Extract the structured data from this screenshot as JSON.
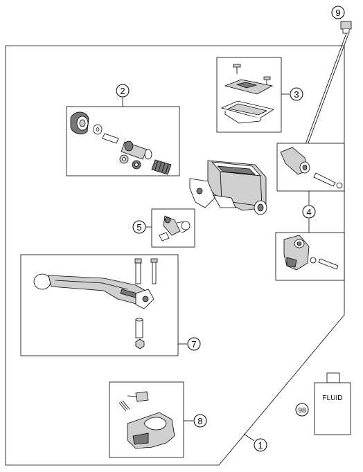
{
  "callouts": {
    "c1": "1",
    "c2": "2",
    "c3": "3",
    "c4": "4",
    "c5": "5",
    "c7": "7",
    "c8": "8",
    "c9": "9",
    "c98": "98"
  },
  "fluid_label": "FLUID"
}
